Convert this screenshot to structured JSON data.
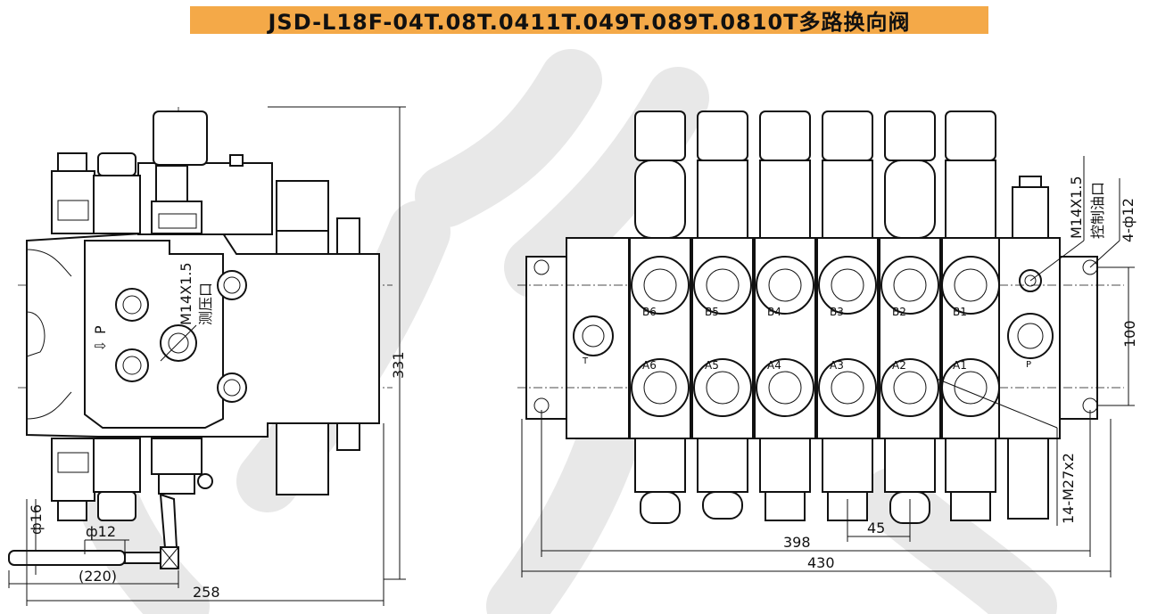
{
  "title": "JSD-L18F-04T.08T.0411T.049T.089T.0810T多路换向阀",
  "side_view": {
    "port_P": "P",
    "gauge_port": "M14X1.5",
    "gauge_port_name": "测压口",
    "dim_height": "331",
    "dim_width": "258",
    "dim_handle": "(220)",
    "dim_phi16": "ф16",
    "dim_phi12": "ф12"
  },
  "front_view": {
    "b_ports": [
      "B6",
      "B5",
      "B4",
      "B3",
      "B2",
      "B1"
    ],
    "a_ports": [
      "A6",
      "A5",
      "A4",
      "A3",
      "A2",
      "A1"
    ],
    "port_T": "T",
    "port_P": "P",
    "control_port": "M14X1.5",
    "control_port_name": "控制油口",
    "mount_holes": "4-ф12",
    "thread_ports": "14-M27x2",
    "dim_100": "100",
    "dim_45": "45",
    "dim_398": "398",
    "dim_430": "430"
  }
}
